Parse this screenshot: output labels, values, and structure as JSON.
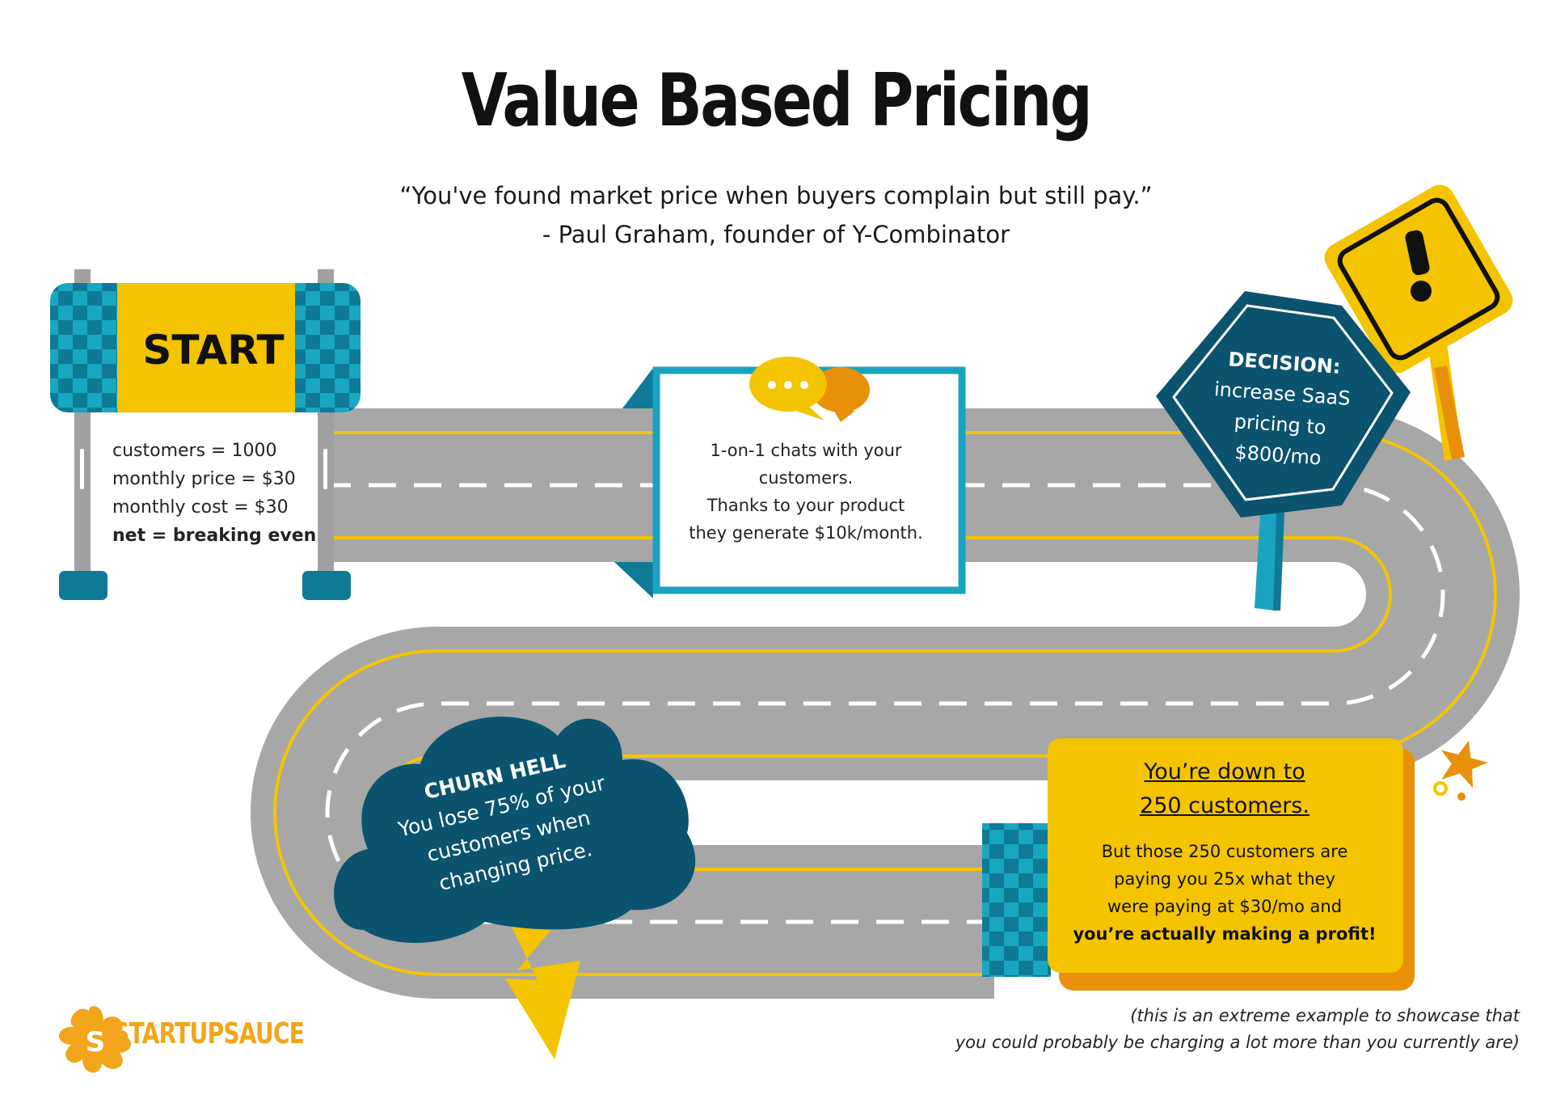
{
  "title": "Value Based Pricing",
  "quote": {
    "line1": "“You've found market price when buyers complain but still pay.”",
    "line2": "- Paul Graham, founder of Y-Combinator"
  },
  "start_sign": {
    "label": "START",
    "stats": [
      "customers = 1000",
      "monthly price = $30",
      "monthly cost = $30"
    ],
    "net": "net = breaking even"
  },
  "chat_box": {
    "line1": "1-on-1 chats with your",
    "line2": "customers.",
    "line3": "Thanks to your product",
    "line4": "they generate $10k/month."
  },
  "decision_sign": {
    "heading": "DECISION:",
    "lines": [
      "increase SaaS",
      "pricing to",
      "$800/mo"
    ]
  },
  "churn_cloud": {
    "heading": "CHURN HELL",
    "lines": [
      "You lose 75% of your",
      "customers when",
      "changing price."
    ]
  },
  "result_box": {
    "head1": "You’re down to",
    "head2": "250 customers.",
    "lines": [
      "But those 250 customers are",
      "paying you 25x what they",
      "were paying at $30/mo and"
    ],
    "bold": "you’re actually making a profit!"
  },
  "footnote": {
    "line1": "(this is an extreme example to showcase that",
    "line2": "you could probably be charging a lot more than you currently are)"
  },
  "logo": {
    "text": "STARTUPSAUCE",
    "icon": "sauce-splash-icon"
  },
  "colors": {
    "road": "#a7a7a7",
    "road_line": "#f4c400",
    "teal": "#1aa3c0",
    "navy": "#0b536e",
    "yellow": "#f4c400",
    "orange": "#e8900a"
  }
}
